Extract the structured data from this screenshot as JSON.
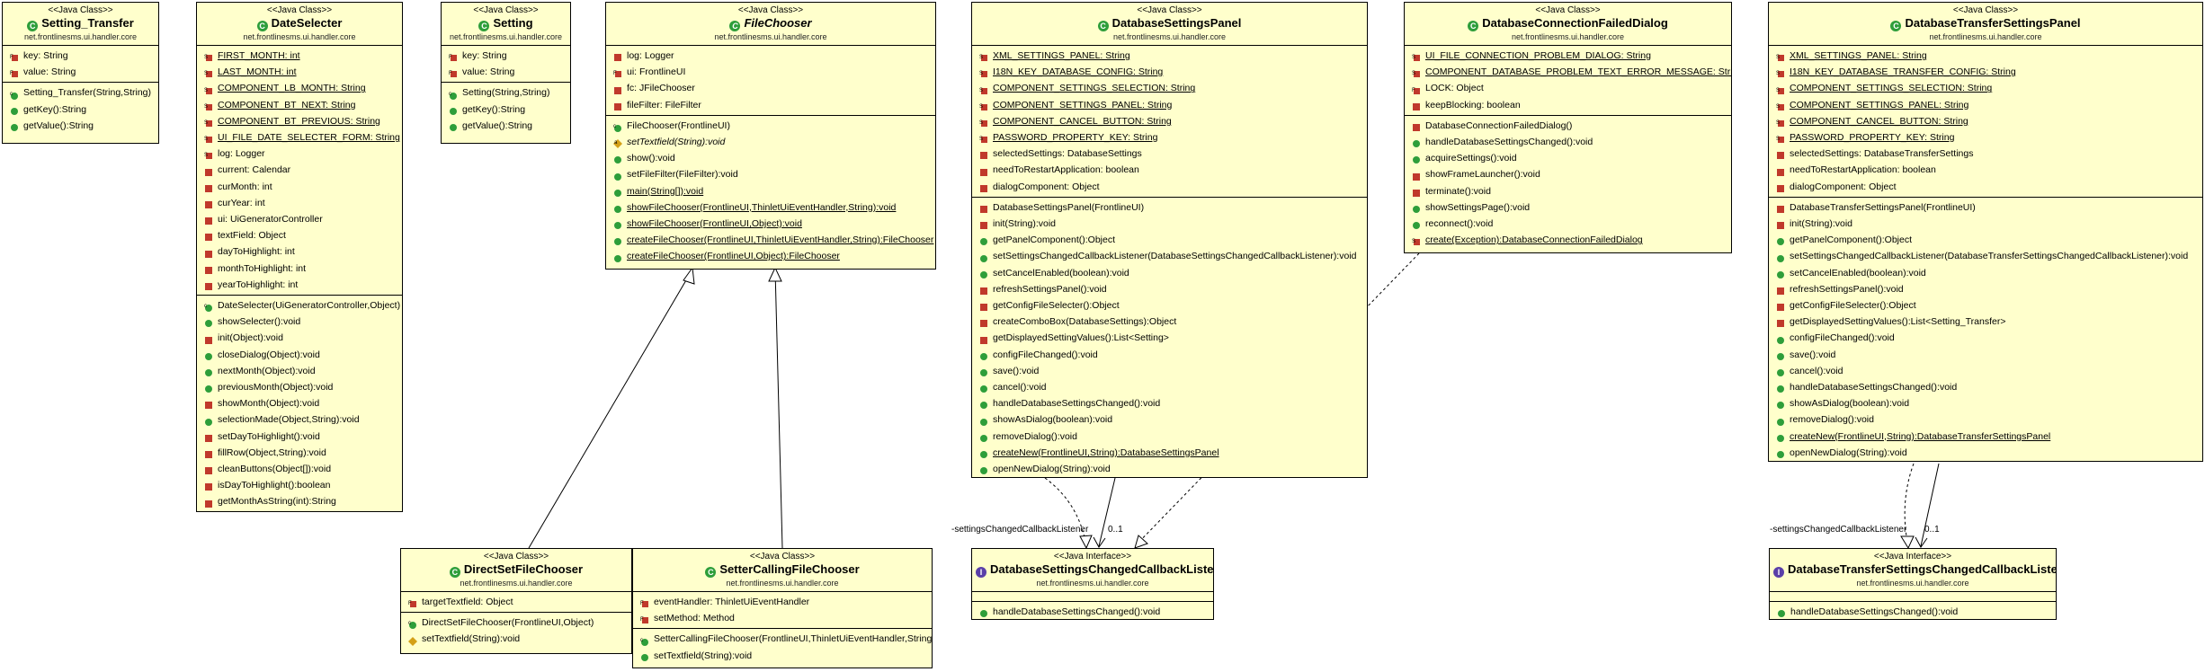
{
  "stereo_class": "<<Java Class>>",
  "stereo_interface": "<<Java Interface>>",
  "pkg": "net.frontlinesms.ui.handler.core",
  "boxes": {
    "setting_transfer": {
      "title": "Setting_Transfer",
      "attrs": [
        {
          "vis": "final",
          "text": "key: String"
        },
        {
          "vis": "final",
          "text": "value: String"
        }
      ],
      "ops": [
        {
          "vis": "ctor",
          "text": "Setting_Transfer(String,String)"
        },
        {
          "vis": "public",
          "text": "getKey():String"
        },
        {
          "vis": "public",
          "text": "getValue():String"
        }
      ]
    },
    "dateselecter": {
      "title": "DateSelecter",
      "attrs": [
        {
          "vis": "sf",
          "text": "FIRST_MONTH: int",
          "st": true
        },
        {
          "vis": "sf",
          "text": "LAST_MONTH: int",
          "st": true
        },
        {
          "vis": "sf",
          "text": "COMPONENT_LB_MONTH: String",
          "st": true
        },
        {
          "vis": "sf",
          "text": "COMPONENT_BT_NEXT: String",
          "st": true
        },
        {
          "vis": "sf",
          "text": "COMPONENT_BT_PREVIOUS: String",
          "st": true
        },
        {
          "vis": "sf",
          "text": "UI_FILE_DATE_SELECTER_FORM: String",
          "st": true
        },
        {
          "vis": "sf",
          "text": "log: Logger"
        },
        {
          "vis": "private",
          "text": "current: Calendar"
        },
        {
          "vis": "private",
          "text": "curMonth: int"
        },
        {
          "vis": "private",
          "text": "curYear: int"
        },
        {
          "vis": "private",
          "text": "ui: UiGeneratorController"
        },
        {
          "vis": "private",
          "text": "textField: Object"
        },
        {
          "vis": "private",
          "text": "dayToHighlight: int"
        },
        {
          "vis": "private",
          "text": "monthToHighlight: int"
        },
        {
          "vis": "private",
          "text": "yearToHighlight: int"
        }
      ],
      "ops": [
        {
          "vis": "ctor",
          "text": "DateSelecter(UiGeneratorController,Object)"
        },
        {
          "vis": "public",
          "text": "showSelecter():void"
        },
        {
          "vis": "private",
          "text": "init(Object):void"
        },
        {
          "vis": "public",
          "text": "closeDialog(Object):void"
        },
        {
          "vis": "public",
          "text": "nextMonth(Object):void"
        },
        {
          "vis": "public",
          "text": "previousMonth(Object):void"
        },
        {
          "vis": "private",
          "text": "showMonth(Object):void"
        },
        {
          "vis": "public",
          "text": "selectionMade(Object,String):void"
        },
        {
          "vis": "private",
          "text": "setDayToHighlight():void"
        },
        {
          "vis": "private",
          "text": "fillRow(Object,String):void"
        },
        {
          "vis": "private",
          "text": "cleanButtons(Object[]):void"
        },
        {
          "vis": "private",
          "text": "isDayToHighlight():boolean"
        },
        {
          "vis": "private",
          "text": "getMonthAsString(int):String"
        }
      ]
    },
    "setting": {
      "title": "Setting",
      "attrs": [
        {
          "vis": "final",
          "text": "key: String"
        },
        {
          "vis": "final",
          "text": "value: String"
        }
      ],
      "ops": [
        {
          "vis": "ctor",
          "text": "Setting(String,String)"
        },
        {
          "vis": "public",
          "text": "getKey():String"
        },
        {
          "vis": "public",
          "text": "getValue():String"
        }
      ]
    },
    "filechooser": {
      "title": "FileChooser",
      "attrs": [
        {
          "vis": "private",
          "text": "log: Logger"
        },
        {
          "vis": "final",
          "text": "ui: FrontlineUI"
        },
        {
          "vis": "private",
          "text": "fc: JFileChooser"
        },
        {
          "vis": "private",
          "text": "fileFilter: FileFilter"
        }
      ],
      "ops": [
        {
          "vis": "ctor",
          "text": "FileChooser(FrontlineUI)"
        },
        {
          "vis": "abstract",
          "text": "setTextfield(String):void",
          "ab": true
        },
        {
          "vis": "public",
          "text": "show():void"
        },
        {
          "vis": "public",
          "text": "setFileFilter(FileFilter):void"
        },
        {
          "vis": "public",
          "text": "main(String[]):void",
          "st": true
        },
        {
          "vis": "public",
          "text": "showFileChooser(FrontlineUI,ThinletUiEventHandler,String):void",
          "st": true
        },
        {
          "vis": "public",
          "text": "showFileChooser(FrontlineUI,Object):void",
          "st": true
        },
        {
          "vis": "public",
          "text": "createFileChooser(FrontlineUI,ThinletUiEventHandler,String):FileChooser",
          "st": true
        },
        {
          "vis": "public",
          "text": "createFileChooser(FrontlineUI,Object):FileChooser",
          "st": true
        }
      ]
    },
    "dbsettingspanel": {
      "title": "DatabaseSettingsPanel",
      "attrs": [
        {
          "vis": "sf",
          "text": "XML_SETTINGS_PANEL: String",
          "st": true
        },
        {
          "vis": "sf",
          "text": "I18N_KEY_DATABASE_CONFIG: String",
          "st": true
        },
        {
          "vis": "sf",
          "text": "COMPONENT_SETTINGS_SELECTION: String",
          "st": true
        },
        {
          "vis": "sf",
          "text": "COMPONENT_SETTINGS_PANEL: String",
          "st": true
        },
        {
          "vis": "sf",
          "text": "COMPONENT_CANCEL_BUTTON: String",
          "st": true
        },
        {
          "vis": "sf",
          "text": "PASSWORD_PROPERTY_KEY: String",
          "st": true
        },
        {
          "vis": "private",
          "text": "selectedSettings: DatabaseSettings"
        },
        {
          "vis": "private",
          "text": "needToRestartApplication: boolean"
        },
        {
          "vis": "private",
          "text": "dialogComponent: Object"
        }
      ],
      "ops": [
        {
          "vis": "private",
          "text": "DatabaseSettingsPanel(FrontlineUI)"
        },
        {
          "vis": "private",
          "text": "init(String):void"
        },
        {
          "vis": "public",
          "text": "getPanelComponent():Object"
        },
        {
          "vis": "public",
          "text": "setSettingsChangedCallbackListener(DatabaseSettingsChangedCallbackListener):void"
        },
        {
          "vis": "public",
          "text": "setCancelEnabled(boolean):void"
        },
        {
          "vis": "private",
          "text": "refreshSettingsPanel():void"
        },
        {
          "vis": "private",
          "text": "getConfigFileSelecter():Object"
        },
        {
          "vis": "private",
          "text": "createComboBox(DatabaseSettings):Object"
        },
        {
          "vis": "private",
          "text": "getDisplayedSettingValues():List<Setting>"
        },
        {
          "vis": "public",
          "text": "configFileChanged():void"
        },
        {
          "vis": "public",
          "text": "save():void"
        },
        {
          "vis": "public",
          "text": "cancel():void"
        },
        {
          "vis": "public",
          "text": "handleDatabaseSettingsChanged():void"
        },
        {
          "vis": "public",
          "text": "showAsDialog(boolean):void"
        },
        {
          "vis": "public",
          "text": "removeDialog():void"
        },
        {
          "vis": "public",
          "text": "createNew(FrontlineUI,String):DatabaseSettingsPanel",
          "st": true
        },
        {
          "vis": "public",
          "text": "openNewDialog(String):void"
        }
      ]
    },
    "dbconnfailed": {
      "title": "DatabaseConnectionFailedDialog",
      "attrs": [
        {
          "vis": "sf",
          "text": "UI_FILE_CONNECTION_PROBLEM_DIALOG: String",
          "st": true
        },
        {
          "vis": "sf",
          "text": "COMPONENT_DATABASE_PROBLEM_TEXT_ERROR_MESSAGE: String",
          "st": true
        },
        {
          "vis": "final",
          "text": "LOCK: Object"
        },
        {
          "vis": "private",
          "text": "keepBlocking: boolean"
        }
      ],
      "ops": [
        {
          "vis": "private",
          "text": "DatabaseConnectionFailedDialog()"
        },
        {
          "vis": "public",
          "text": "handleDatabaseSettingsChanged():void"
        },
        {
          "vis": "public",
          "text": "acquireSettings():void"
        },
        {
          "vis": "private",
          "text": "showFrameLauncher():void"
        },
        {
          "vis": "private",
          "text": "terminate():void"
        },
        {
          "vis": "public",
          "text": "showSettingsPage():void"
        },
        {
          "vis": "public",
          "text": "reconnect():void"
        },
        {
          "vis": "sp",
          "text": "create(Exception):DatabaseConnectionFailedDialog",
          "st": true
        }
      ]
    },
    "dbtransferpanel": {
      "title": "DatabaseTransferSettingsPanel",
      "attrs": [
        {
          "vis": "sf",
          "text": "XML_SETTINGS_PANEL: String",
          "st": true
        },
        {
          "vis": "sf",
          "text": "I18N_KEY_DATABASE_TRANSFER_CONFIG: String",
          "st": true
        },
        {
          "vis": "sf",
          "text": "COMPONENT_SETTINGS_SELECTION: String",
          "st": true
        },
        {
          "vis": "sf",
          "text": "COMPONENT_SETTINGS_PANEL: String",
          "st": true
        },
        {
          "vis": "sf",
          "text": "COMPONENT_CANCEL_BUTTON: String",
          "st": true
        },
        {
          "vis": "sf",
          "text": "PASSWORD_PROPERTY_KEY: String",
          "st": true
        },
        {
          "vis": "private",
          "text": "selectedSettings: DatabaseTransferSettings"
        },
        {
          "vis": "private",
          "text": "needToRestartApplication: boolean"
        },
        {
          "vis": "private",
          "text": "dialogComponent: Object"
        }
      ],
      "ops": [
        {
          "vis": "private",
          "text": "DatabaseTransferSettingsPanel(FrontlineUI)"
        },
        {
          "vis": "private",
          "text": "init(String):void"
        },
        {
          "vis": "public",
          "text": "getPanelComponent():Object"
        },
        {
          "vis": "public",
          "text": "setSettingsChangedCallbackListener(DatabaseTransferSettingsChangedCallbackListener):void"
        },
        {
          "vis": "public",
          "text": "setCancelEnabled(boolean):void"
        },
        {
          "vis": "private",
          "text": "refreshSettingsPanel():void"
        },
        {
          "vis": "private",
          "text": "getConfigFileSelecter():Object"
        },
        {
          "vis": "private",
          "text": "getDisplayedSettingValues():List<Setting_Transfer>"
        },
        {
          "vis": "public",
          "text": "configFileChanged():void"
        },
        {
          "vis": "public",
          "text": "save():void"
        },
        {
          "vis": "public",
          "text": "cancel():void"
        },
        {
          "vis": "public",
          "text": "handleDatabaseSettingsChanged():void"
        },
        {
          "vis": "public",
          "text": "showAsDialog(boolean):void"
        },
        {
          "vis": "public",
          "text": "removeDialog():void"
        },
        {
          "vis": "public",
          "text": "createNew(FrontlineUI,String):DatabaseTransferSettingsPanel",
          "st": true
        },
        {
          "vis": "public",
          "text": "openNewDialog(String):void"
        }
      ]
    },
    "directset": {
      "title": "DirectSetFileChooser",
      "attrs": [
        {
          "vis": "final",
          "text": "targetTextfield: Object"
        }
      ],
      "ops": [
        {
          "vis": "ctor",
          "text": "DirectSetFileChooser(FrontlineUI,Object)"
        },
        {
          "vis": "protected",
          "text": "setTextfield(String):void"
        }
      ]
    },
    "settercalling": {
      "title": "SetterCallingFileChooser",
      "attrs": [
        {
          "vis": "final",
          "text": "eventHandler: ThinletUiEventHandler"
        },
        {
          "vis": "final",
          "text": "setMethod: Method"
        }
      ],
      "ops": [
        {
          "vis": "ctor",
          "text": "SetterCallingFileChooser(FrontlineUI,ThinletUiEventHandler,String)"
        },
        {
          "vis": "public",
          "text": "setTextfield(String):void"
        }
      ]
    },
    "dbsettingslistener": {
      "title": "DatabaseSettingsChangedCallbackListener",
      "attrs": [],
      "ops": [
        {
          "vis": "public",
          "text": "handleDatabaseSettingsChanged():void"
        }
      ]
    },
    "dbtransferlistener": {
      "title": "DatabaseTransferSettingsChangedCallbackListener",
      "attrs": [],
      "ops": [
        {
          "vis": "public",
          "text": "handleDatabaseSettingsChanged():void"
        }
      ]
    }
  },
  "links": {
    "settings_role": "-settingsChangedCallbackListener",
    "settings_mult": "0..1",
    "transfer_role": "-settingsChangedCallbackListener",
    "transfer_mult": "0..1"
  },
  "colors": {
    "box_fill": "#ffffcc",
    "public": "#2e9e3a",
    "private": "#c0392b",
    "protected": "#d4a017",
    "interface": "#5a3fa8"
  }
}
